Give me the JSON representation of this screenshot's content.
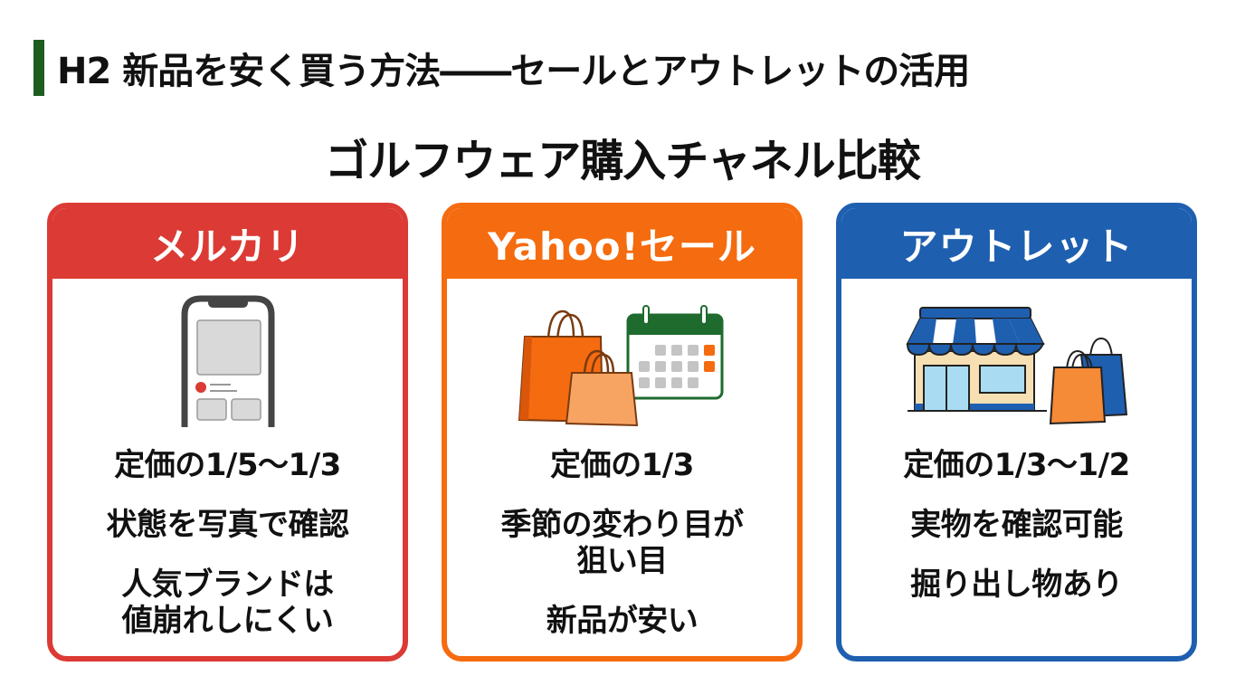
{
  "heading": {
    "text": "H2 新品を安く買う方法――セールとアウトレットの活用",
    "accent_color": "#1e5c20"
  },
  "subtitle": "ゴルフウェア購入チャネル比較",
  "cards": [
    {
      "title": "メルカリ",
      "color": "#dc3a34",
      "icon": "smartphone-icon",
      "lines": [
        "定価の1/5〜1/3",
        "状態を写真で確認",
        "人気ブランドは\n値崩れしにくい"
      ]
    },
    {
      "title": "Yahoo!セール",
      "color": "#f56b0f",
      "icon": "shopping-bags-calendar-icon",
      "lines": [
        "定価の1/3",
        "季節の変わり目が\n狙い目",
        "新品が安い"
      ]
    },
    {
      "title": "アウトレット",
      "color": "#1f5fb0",
      "icon": "storefront-icon",
      "lines": [
        "定価の1/3〜1/2",
        "実物を確認可能",
        "掘り出し物あり"
      ]
    }
  ]
}
